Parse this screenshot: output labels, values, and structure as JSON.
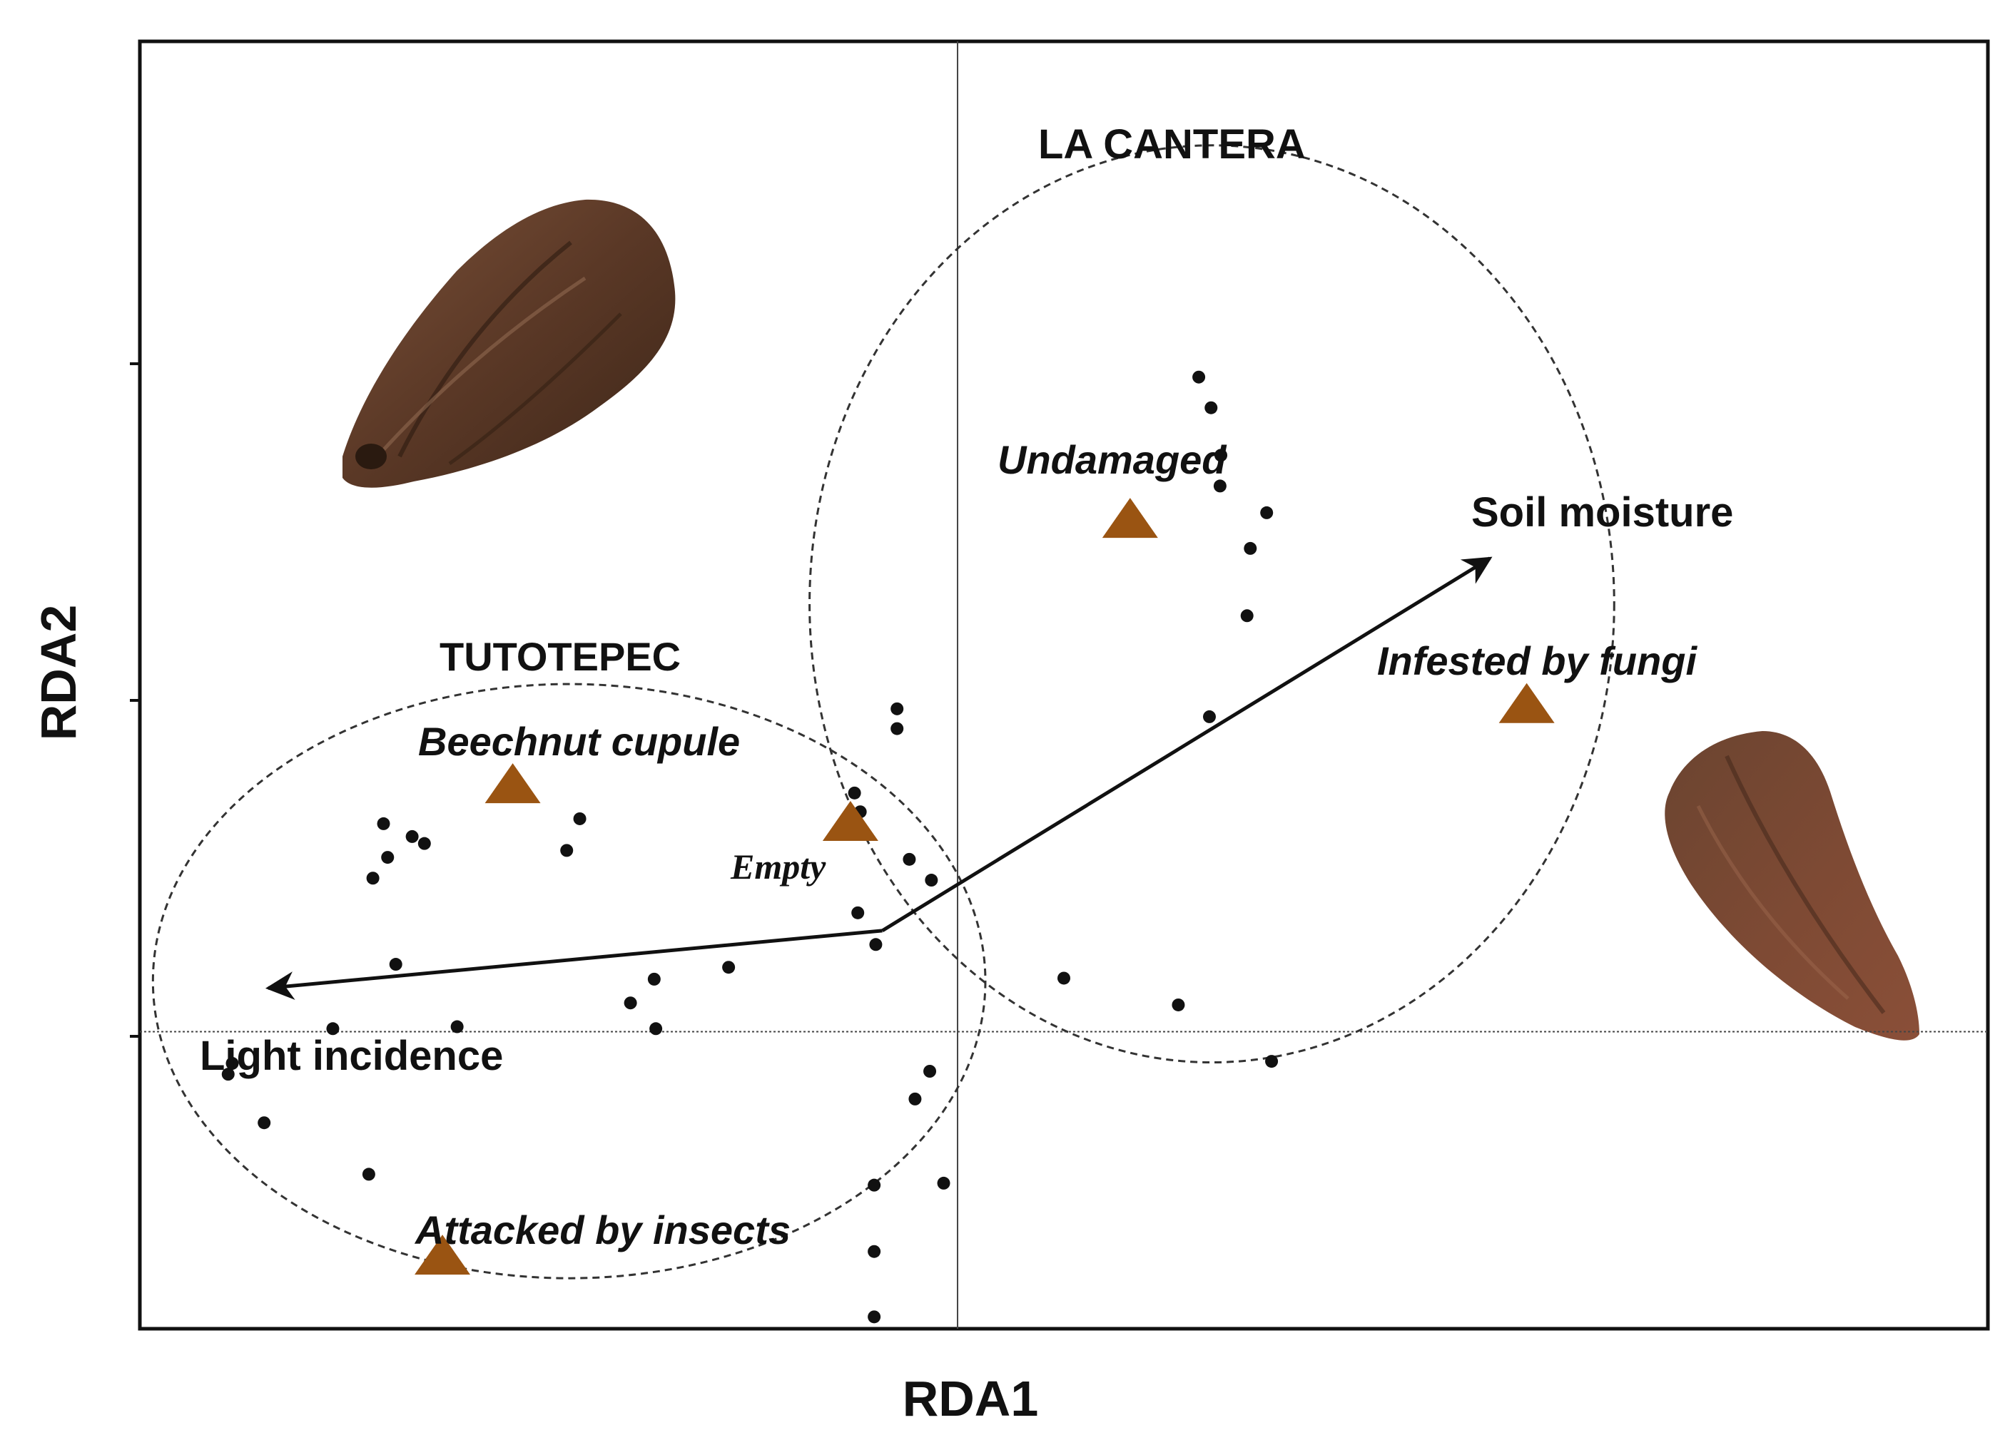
{
  "chart_data": {
    "type": "scatter",
    "xlabel": "RDA1",
    "ylabel": "RDA2",
    "xlim": [
      -1.0,
      1.26
    ],
    "ylim": [
      -0.3,
      1.0
    ],
    "grid": false,
    "reference_lines": {
      "x": 0,
      "y": 0
    },
    "sites": [
      {
        "x": 0.295,
        "y": 0.661
      },
      {
        "x": 0.31,
        "y": 0.63
      },
      {
        "x": 0.322,
        "y": 0.582
      },
      {
        "x": 0.321,
        "y": 0.551
      },
      {
        "x": 0.378,
        "y": 0.524
      },
      {
        "x": 0.358,
        "y": 0.488
      },
      {
        "x": 0.354,
        "y": 0.42
      },
      {
        "x": 0.308,
        "y": 0.318
      },
      {
        "x": -0.074,
        "y": 0.326
      },
      {
        "x": -0.074,
        "y": 0.306
      },
      {
        "x": -0.059,
        "y": 0.174
      },
      {
        "x": -0.032,
        "y": 0.153
      },
      {
        "x": -0.126,
        "y": 0.241
      },
      {
        "x": -0.119,
        "y": 0.222
      },
      {
        "x": -0.702,
        "y": 0.21
      },
      {
        "x": -0.667,
        "y": 0.197
      },
      {
        "x": -0.652,
        "y": 0.19
      },
      {
        "x": -0.697,
        "y": 0.176
      },
      {
        "x": -0.715,
        "y": 0.155
      },
      {
        "x": -0.462,
        "y": 0.215
      },
      {
        "x": -0.478,
        "y": 0.183
      },
      {
        "x": -0.687,
        "y": 0.068
      },
      {
        "x": -0.28,
        "y": 0.065
      },
      {
        "x": -0.371,
        "y": 0.053
      },
      {
        "x": -0.4,
        "y": 0.029
      },
      {
        "x": -0.369,
        "y": 0.003
      },
      {
        "x": -0.764,
        "y": 0.003
      },
      {
        "x": -0.612,
        "y": 0.005
      },
      {
        "x": -0.892,
        "y": -0.043
      },
      {
        "x": -0.848,
        "y": -0.092
      },
      {
        "x": -0.887,
        "y": -0.032
      },
      {
        "x": -0.052,
        "y": -0.068
      },
      {
        "x": -0.034,
        "y": -0.04
      },
      {
        "x": -0.72,
        "y": -0.144
      },
      {
        "x": -0.102,
        "y": -0.155
      },
      {
        "x": -0.017,
        "y": -0.153
      },
      {
        "x": -0.102,
        "y": -0.222
      },
      {
        "x": -0.102,
        "y": -0.288
      },
      {
        "x": 0.13,
        "y": 0.054
      },
      {
        "x": 0.27,
        "y": 0.027
      },
      {
        "x": 0.384,
        "y": -0.03
      },
      {
        "x": -0.1,
        "y": 0.088
      },
      {
        "x": -0.122,
        "y": 0.12
      }
    ],
    "categories": [
      {
        "label": "Undamaged",
        "x": 0.211,
        "y": 0.514
      },
      {
        "label": "Infested by fungi",
        "x": 0.696,
        "y": 0.327
      },
      {
        "label": "Beechnut cupule",
        "x": -0.544,
        "y": 0.246
      },
      {
        "label": "Empty",
        "x": -0.131,
        "y": 0.208
      },
      {
        "label": "Attacked by insects",
        "x": -0.63,
        "y": -0.23
      }
    ],
    "vectors": [
      {
        "label": "Soil moisture",
        "from": [
          -0.092,
          0.102
        ],
        "to": [
          0.651,
          0.478
        ]
      },
      {
        "label": "Light incidence",
        "from": [
          -0.092,
          0.102
        ],
        "to": [
          -0.843,
          0.044
        ]
      }
    ],
    "groups": [
      {
        "label": "LA CANTERA",
        "cx": 0.311,
        "cy": 0.432,
        "rx": 0.492,
        "ry": 0.463
      },
      {
        "label": "TUTOTEPEC",
        "cx": -0.475,
        "cy": 0.051,
        "rx": 0.509,
        "ry": 0.3
      }
    ]
  }
}
